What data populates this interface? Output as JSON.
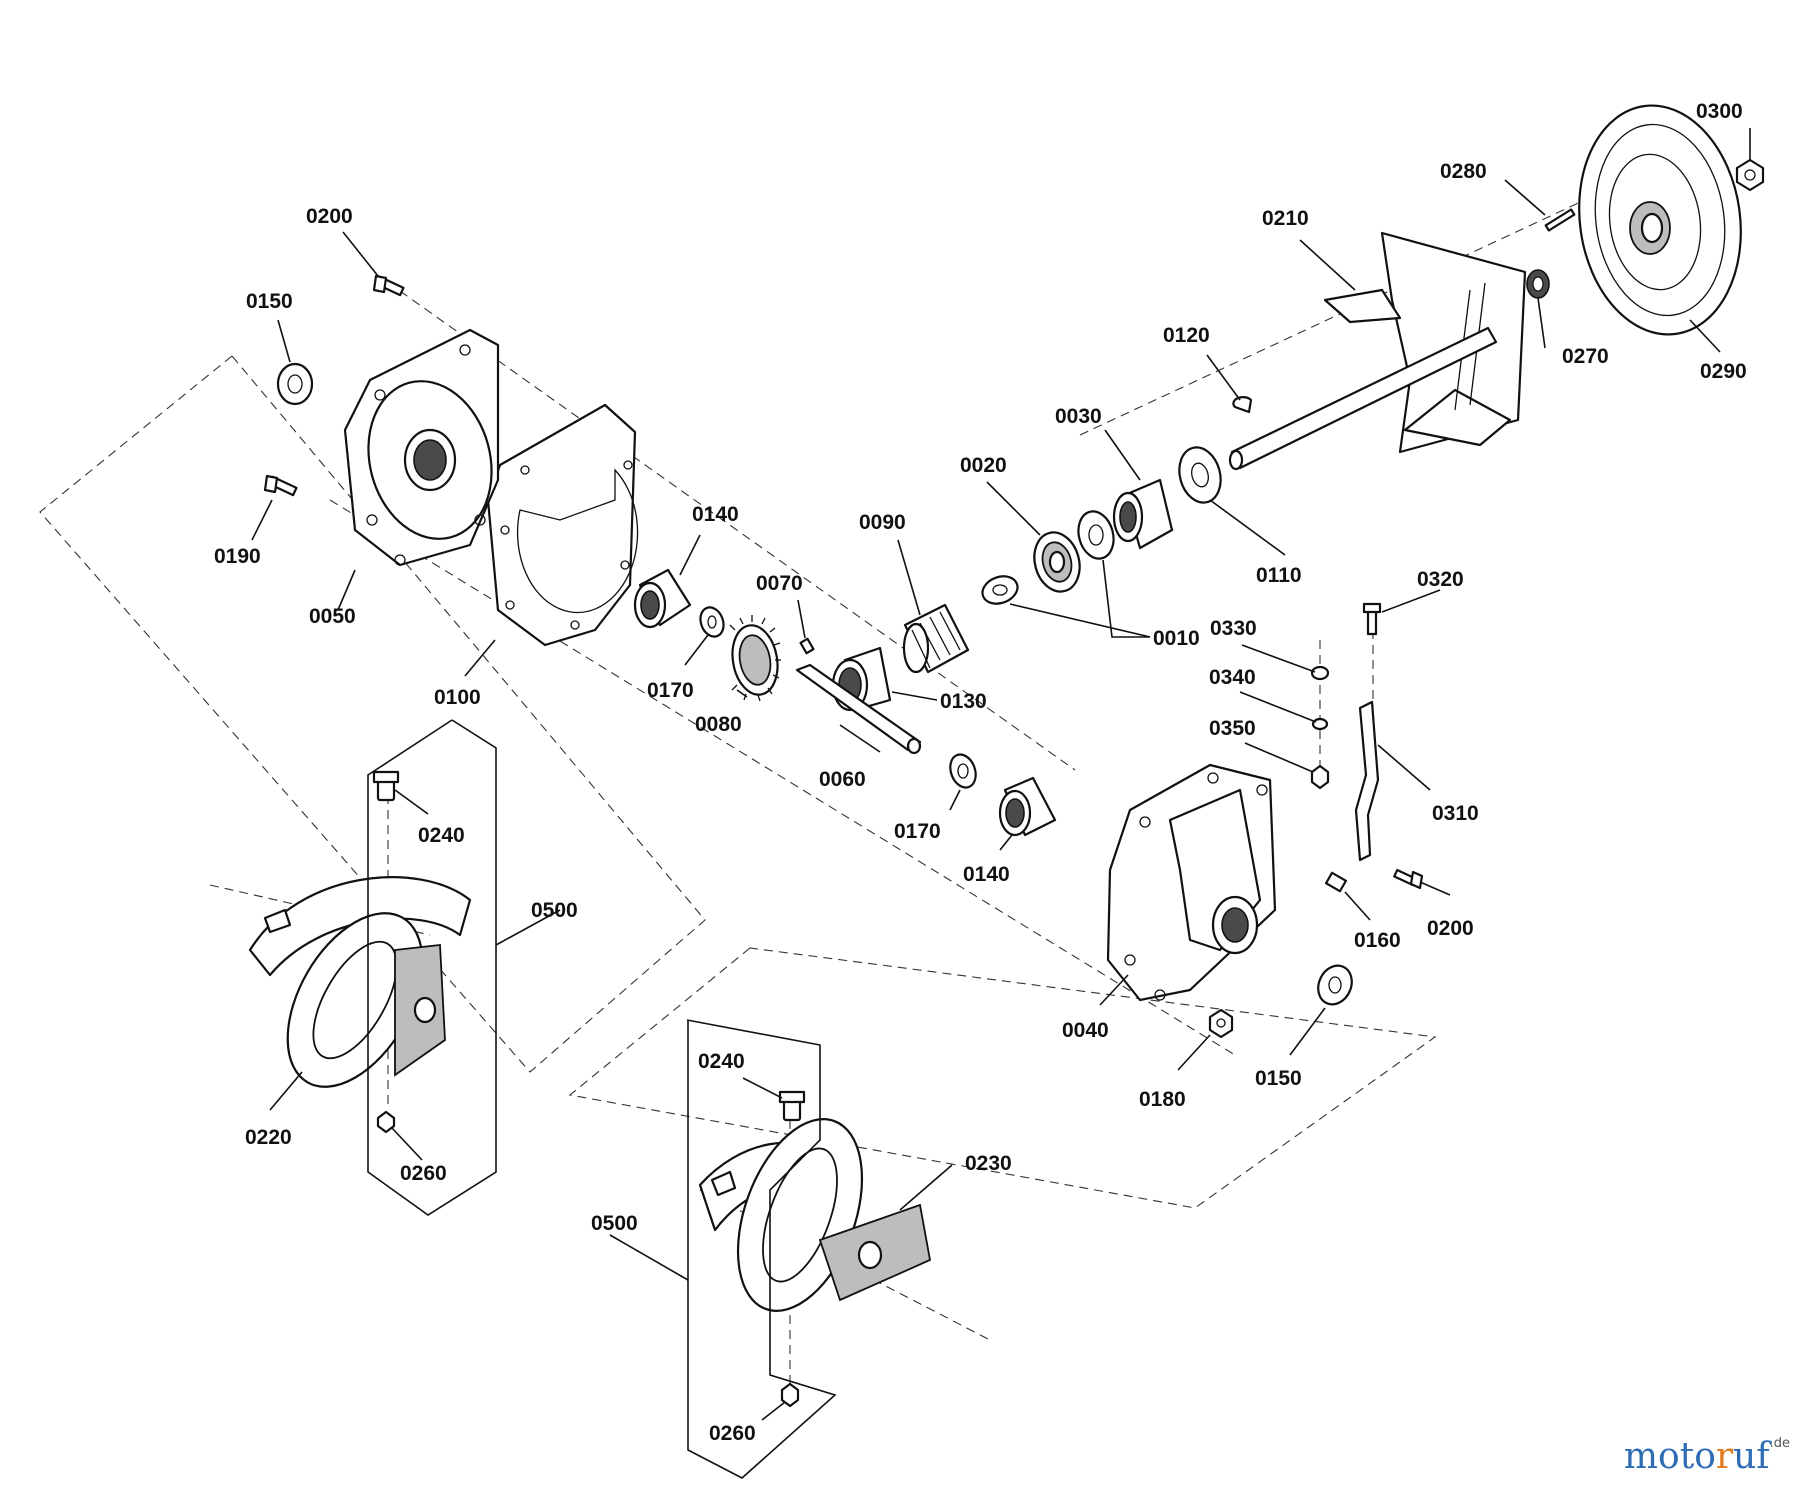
{
  "diagram": {
    "type": "exploded-parts-view",
    "labels": [
      {
        "id": "l0300",
        "text": "0300"
      },
      {
        "id": "l0280",
        "text": "0280"
      },
      {
        "id": "l0210",
        "text": "0210"
      },
      {
        "id": "l0270",
        "text": "0270"
      },
      {
        "id": "l0290",
        "text": "0290"
      },
      {
        "id": "l0200a",
        "text": "0200"
      },
      {
        "id": "l0150a",
        "text": "0150"
      },
      {
        "id": "l0120",
        "text": "0120"
      },
      {
        "id": "l0030",
        "text": "0030"
      },
      {
        "id": "l0020",
        "text": "0020"
      },
      {
        "id": "l0110",
        "text": "0110"
      },
      {
        "id": "l0190",
        "text": "0190"
      },
      {
        "id": "l0050",
        "text": "0050"
      },
      {
        "id": "l0140a",
        "text": "0140"
      },
      {
        "id": "l0090",
        "text": "0090"
      },
      {
        "id": "l0070",
        "text": "0070"
      },
      {
        "id": "l0010",
        "text": "0010"
      },
      {
        "id": "l0320",
        "text": "0320"
      },
      {
        "id": "l0330",
        "text": "0330"
      },
      {
        "id": "l0100",
        "text": "0100"
      },
      {
        "id": "l0170a",
        "text": "0170"
      },
      {
        "id": "l0080",
        "text": "0080"
      },
      {
        "id": "l0130",
        "text": "0130"
      },
      {
        "id": "l0340",
        "text": "0340"
      },
      {
        "id": "l0350",
        "text": "0350"
      },
      {
        "id": "l0060",
        "text": "0060"
      },
      {
        "id": "l0310",
        "text": "0310"
      },
      {
        "id": "l0240a",
        "text": "0240"
      },
      {
        "id": "l0170b",
        "text": "0170"
      },
      {
        "id": "l0140b",
        "text": "0140"
      },
      {
        "id": "l0500a",
        "text": "0500"
      },
      {
        "id": "l0200b",
        "text": "0200"
      },
      {
        "id": "l0160",
        "text": "0160"
      },
      {
        "id": "l0040",
        "text": "0040"
      },
      {
        "id": "l0150b",
        "text": "0150"
      },
      {
        "id": "l0180",
        "text": "0180"
      },
      {
        "id": "l0220",
        "text": "0220"
      },
      {
        "id": "l0260a",
        "text": "0260"
      },
      {
        "id": "l0240b",
        "text": "0240"
      },
      {
        "id": "l0230",
        "text": "0230"
      },
      {
        "id": "l0500b",
        "text": "0500"
      },
      {
        "id": "l0260b",
        "text": "0260"
      }
    ]
  },
  "watermark": {
    "part1": "moto",
    "part2": "r",
    "part3": "uf",
    "tld": ".de"
  },
  "colors": {
    "line": "#111111",
    "brand_blue": "#2e6db4",
    "brand_orange": "#e07b1f"
  }
}
